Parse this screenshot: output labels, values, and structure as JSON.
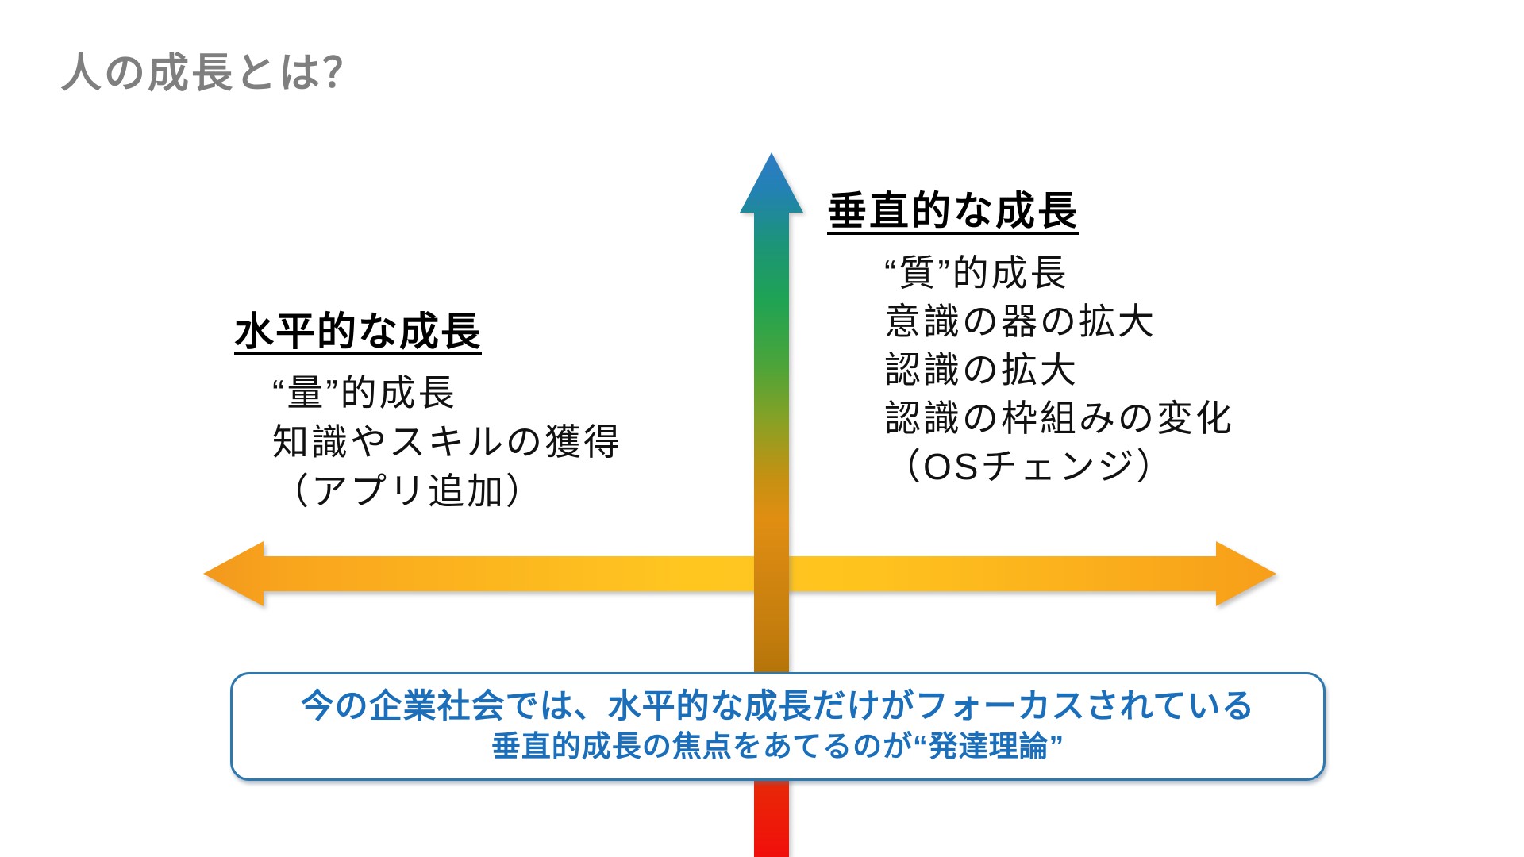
{
  "slide": {
    "title": "人の成長とは？",
    "vertical_growth": {
      "heading": "垂直的な成長",
      "items": [
        "“質”的成長",
        "意識の器の拡大",
        "認識の拡大",
        "認識の枠組みの変化",
        "（OSチェンジ）"
      ]
    },
    "horizontal_growth": {
      "heading": "水平的な成長",
      "items": [
        "“量”的成長",
        "知識やスキルの獲得",
        "（アプリ追加）"
      ]
    },
    "callout": {
      "line1": "今の企業社会では、水平的な成長だけがフォーカスされている",
      "line2": "垂直的成長の焦点をあてるのが“発達理論”"
    },
    "colors": {
      "title_gray": "#7F7F7F",
      "text_black": "#111111",
      "callout_text_blue": "#1B6FBA",
      "callout_border_blue": "#2F78AE",
      "horizontal_arrow_orange": "#F5991D",
      "horizontal_arrow_yellow_mid": "#FFC620",
      "vertical_arrow_blue_top": "#2E7CC4",
      "vertical_arrow_teal": "#1C9478",
      "vertical_arrow_green": "#1FA354",
      "vertical_arrow_olive": "#87A125",
      "vertical_arrow_amber": "#E08E12",
      "vertical_arrow_brown": "#B4740A",
      "vertical_arrow_red_bottom": "#F10F0B"
    }
  }
}
